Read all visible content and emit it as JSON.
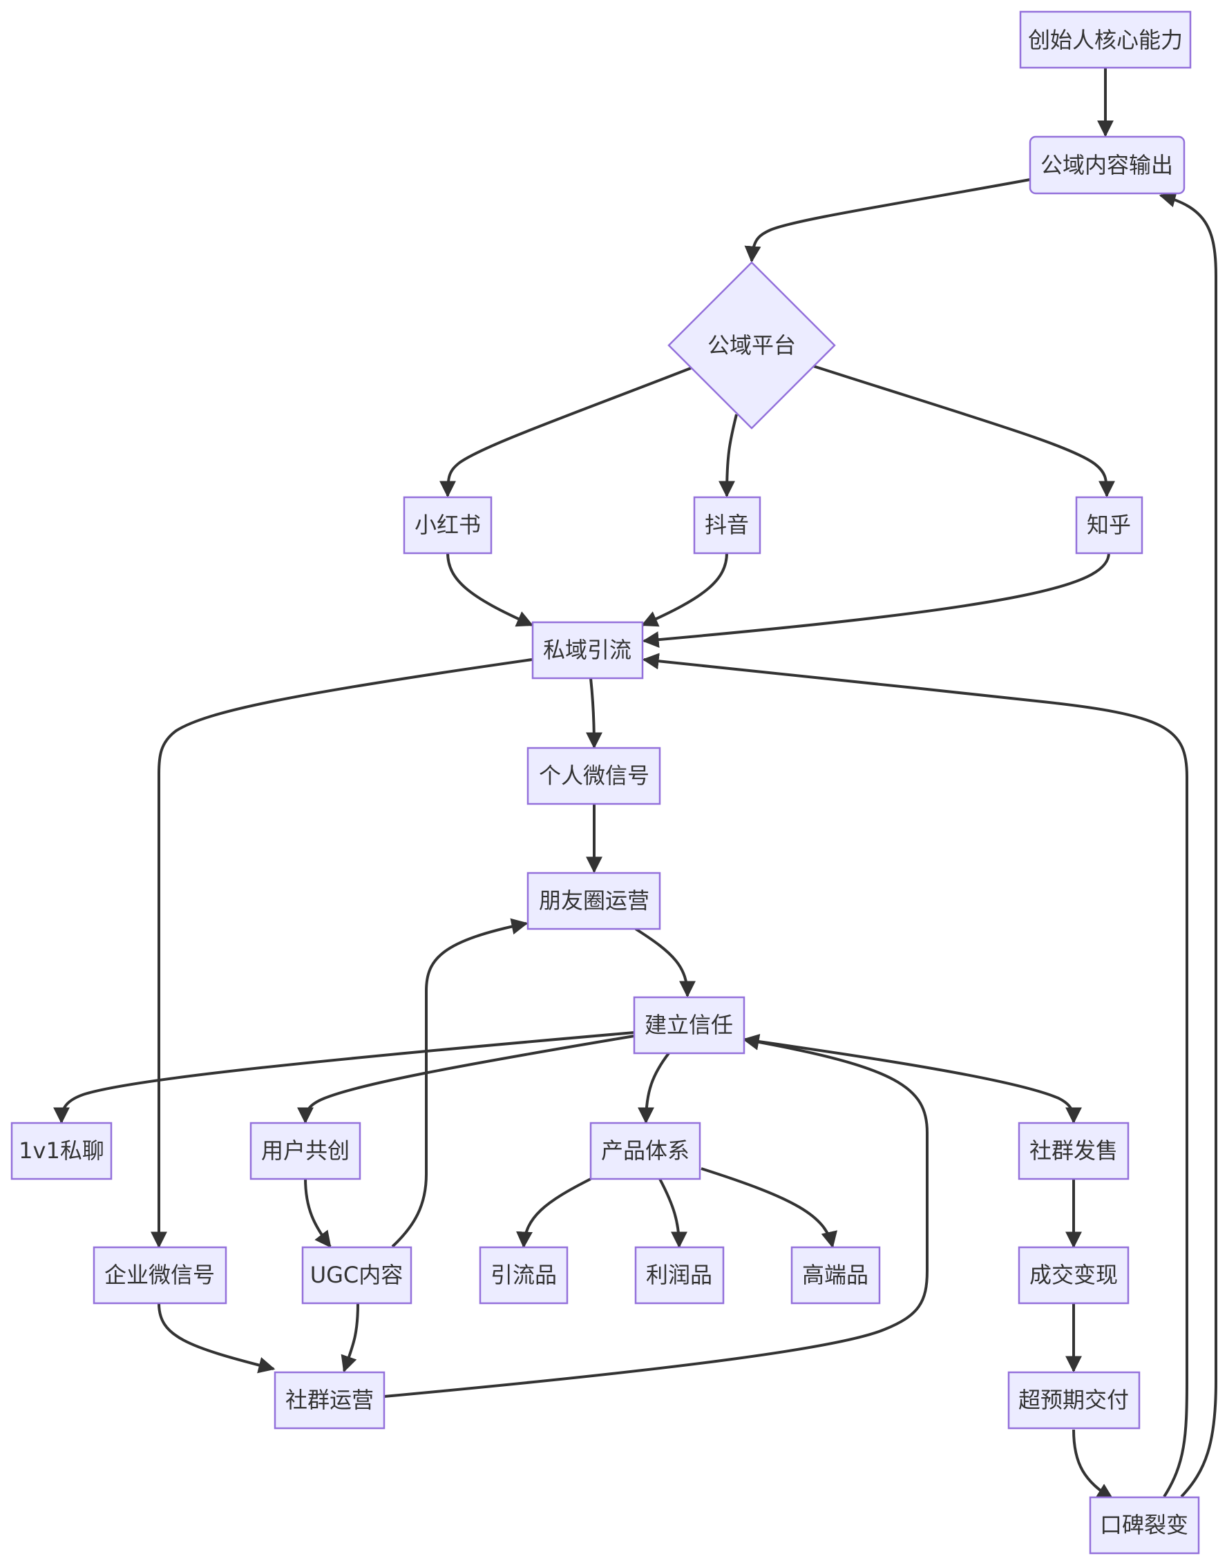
{
  "colors": {
    "node_fill": "#ECECFF",
    "node_stroke": "#9370DB",
    "edge": "#333333",
    "text": "#333333",
    "background": "#FFFFFF"
  },
  "nodes": {
    "founder": "创始人核心能力",
    "public_content": "公域内容输出",
    "public_platform": "公域平台",
    "xiaohongshu": "小红书",
    "douyin": "抖音",
    "zhihu": "知乎",
    "private_traffic": "私域引流",
    "personal_wechat": "个人微信号",
    "moments": "朋友圈运营",
    "trust": "建立信任",
    "private_chat": "1v1私聊",
    "co_creation": "用户共创",
    "product_system": "产品体系",
    "group_sales": "社群发售",
    "enterprise_wechat": "企业微信号",
    "ugc": "UGC内容",
    "lead_product": "引流品",
    "profit_product": "利润品",
    "premium_product": "高端品",
    "conversion": "成交变现",
    "community": "社群运营",
    "delivery": "超预期交付",
    "word_of_mouth": "口碑裂变"
  }
}
